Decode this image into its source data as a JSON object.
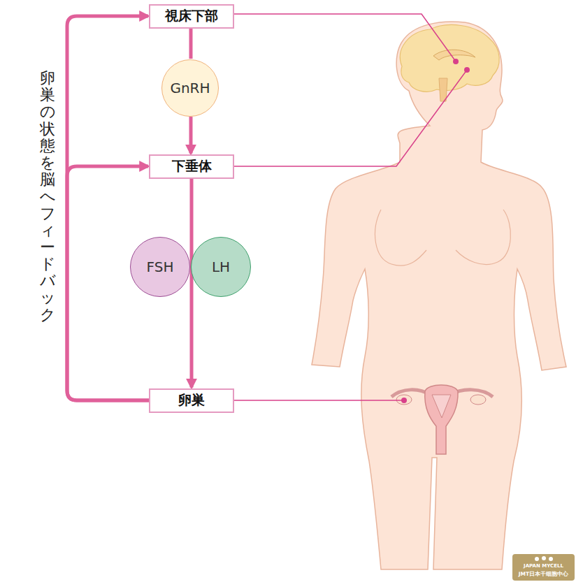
{
  "diagram": {
    "nodes": [
      {
        "text": [
          "視床下部"
        ]
      },
      {
        "text": [
          "GnRH"
        ]
      },
      {
        "text": [
          "下垂体"
        ]
      },
      {
        "text": [
          "FSH"
        ]
      },
      {
        "text": [
          "LH"
        ]
      },
      {
        "text": [
          "卵巣"
        ]
      }
    ],
    "edges": [
      {
        "from": 0,
        "to": 1,
        "arrow": "none"
      },
      {
        "from": 1,
        "to": 2,
        "arrow": "to"
      },
      {
        "from": 2,
        "to": 5,
        "arrow": "to"
      },
      {
        "from": 5,
        "to": 0,
        "arrow": "to"
      },
      {
        "from": 5,
        "to": 2,
        "arrow": "to"
      }
    ],
    "labels": [
      "卵巣の状態を脳へフィードバック",
      "JAPAN MYCELL",
      "JMT日本干细胞中心"
    ]
  }
}
